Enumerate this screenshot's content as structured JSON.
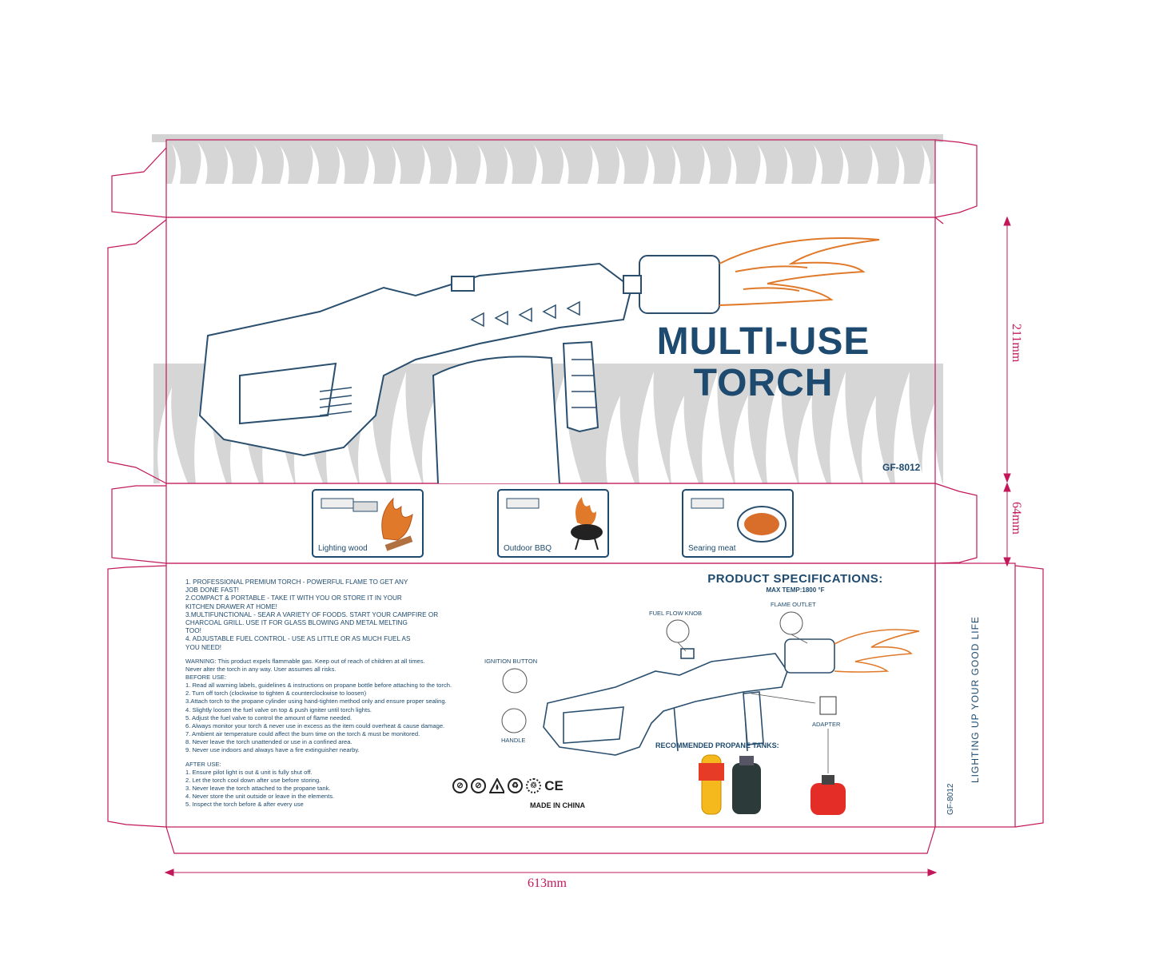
{
  "front": {
    "title_line1": "MULTI-USE",
    "title_line2": "TORCH",
    "model": "GF-8012"
  },
  "uses": [
    {
      "label": "Lighting wood",
      "icon": "campfire-icon"
    },
    {
      "label": "Outdoor BBQ",
      "icon": "grill-icon"
    },
    {
      "label": "Searing meat",
      "icon": "meat-plate-icon"
    }
  ],
  "features": [
    "1. PROFESSIONAL PREMIUM TORCH - POWERFUL FLAME TO GET ANY",
    "JOB DONE FAST!",
    "2.COMPACT & PORTABLE - TAKE IT WITH YOU OR STORE IT IN YOUR",
    "KITCHEN DRAWER AT HOME!",
    "3.MULTIFUNCTIONAL - SEAR A VARIETY OF FOODS. START YOUR CAMPFIRE OR",
    "CHARCOAL GRILL. USE IT FOR GLASS BLOWING AND METAL MELTING",
    "TOO!",
    "4. ADJUSTABLE FUEL CONTROL - USE AS LITTLE OR AS MUCH FUEL AS",
    "YOU NEED!"
  ],
  "warnings": [
    "WARNING: This product expels flammable gas. Keep out of reach of children at all times.",
    "Never alter the torch in any way. User assumes all risks.",
    "BEFORE USE:",
    "1. Read all warning labels, guidelines & instructions on propane bottle before attaching to the torch.",
    "2. Turn off torch (clockwise to tighten & counterclockwise to loosen)",
    "3.Attach torch to the propane cylinder using hand-tighten method only and ensure proper sealing.",
    "4. Slightly loosen the fuel valve on top & push igniter until torch lights.",
    "5. Adjust the fuel valve to control the amount of flame needed.",
    "6. Always monitor your torch & never use in excess as the item could overheat & cause damage.",
    "7. Ambient air temperature could affect the burn time on the torch & must be monitored.",
    "8. Never leave the torch unattended or use in a confined area.",
    "9. Never use indoors and always have a fire extinguisher nearby."
  ],
  "after_use": [
    "AFTER USE:",
    "1. Ensure pilot light is out & unit is fully shut off.",
    "2. Let the torch cool down after use before storing.",
    "3. Never leave the torch attached to the propane tank.",
    "4. Never store the unit outside or leave in the elements.",
    "5. Inspect the torch before & after every use"
  ],
  "specs": {
    "title": "PRODUCT SPECIFICATIONS:",
    "max_temp": "MAX TEMP:1800 °F",
    "callouts": {
      "fuel_flow_knob": "FUEL FLOW KNOB",
      "flame_outlet": "FLAME OUTLET",
      "ignition_button": "IGNITION  BUTTON",
      "handle": "HANDLE",
      "adapter": "ADAPTER"
    },
    "recommended_tanks": "RECOMMENDED PROPANE TANKS:",
    "made_in": "MADE IN CHINA"
  },
  "side": {
    "slogan": "LIGHTING UP YOUR GOOD LIFE",
    "model": "GF-8012"
  },
  "dimensions": {
    "height_main": "211mm",
    "height_band": "64mm",
    "width": "613mm"
  },
  "colors": {
    "navy": "#1d4a6e",
    "dieline": "#c2185b",
    "flame_orange": "#e07a2a",
    "flame_grey": "#d6d6d6"
  }
}
